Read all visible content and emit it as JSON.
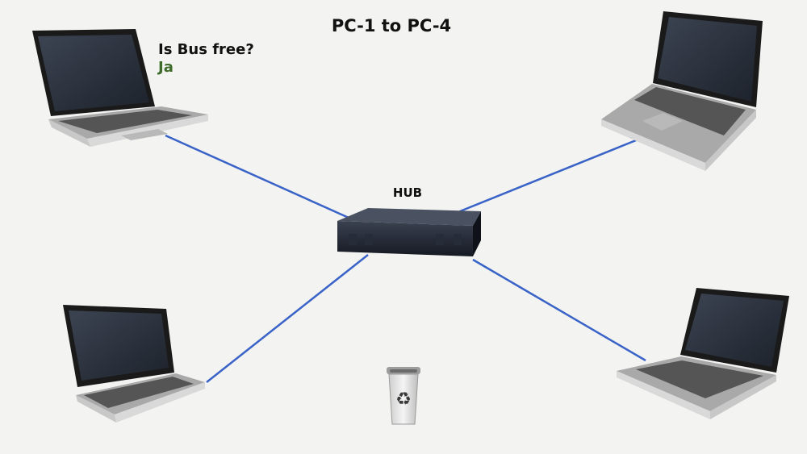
{
  "title": "PC-1 to PC-4",
  "status": {
    "question": "Is Bus free?",
    "answer": "Ja",
    "answer_color": "#3d6b2a"
  },
  "hub": {
    "label": "HUB"
  },
  "cable_color": "#3a63c8",
  "icons": {
    "nodes": [
      "laptop-icon",
      "laptop-icon",
      "laptop-icon",
      "laptop-icon"
    ],
    "hub": "network-hub-icon",
    "trash": "recycle-bin-icon"
  }
}
